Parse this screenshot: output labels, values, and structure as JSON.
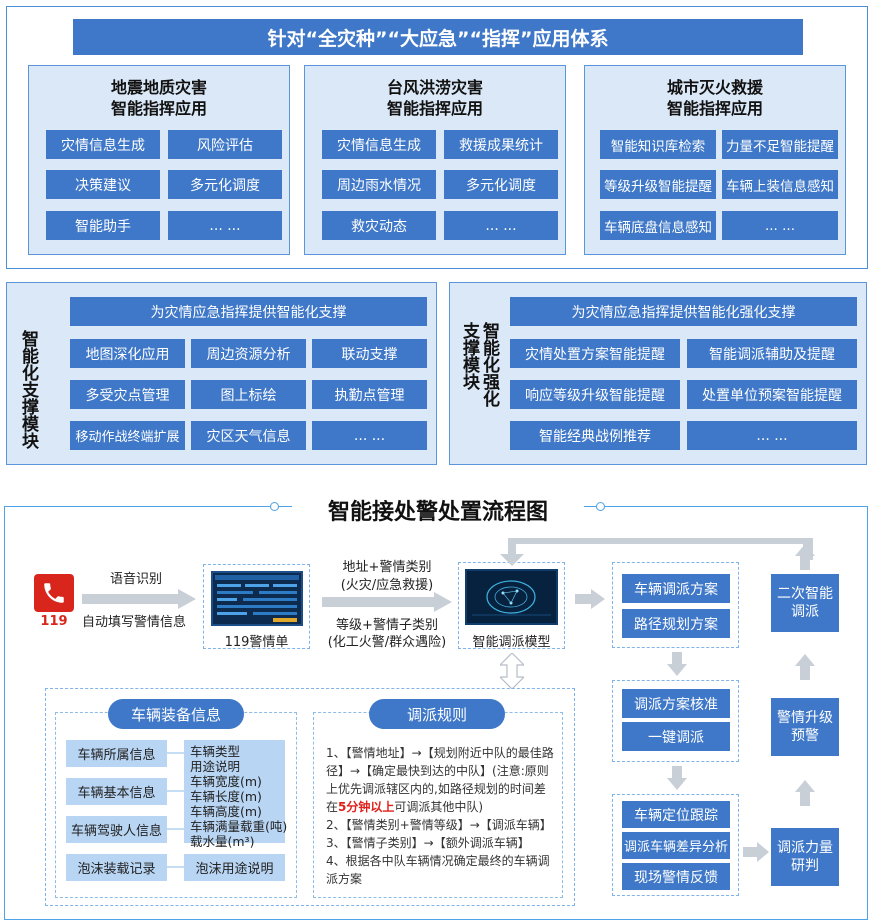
{
  "system": {
    "title": "针对“全灾种”“大应急”“指挥”应用体系",
    "apps": [
      {
        "title1": "地震地质灾害",
        "title2": "智能指挥应用",
        "items": [
          "灾情信息生成",
          "风险评估",
          "决策建议",
          "多元化调度",
          "智能助手",
          "... ..."
        ]
      },
      {
        "title1": "台风洪涝灾害",
        "title2": "智能指挥应用",
        "items": [
          "灾情信息生成",
          "救援成果统计",
          "周边雨水情况",
          "多元化调度",
          "救灾动态",
          "... ..."
        ]
      },
      {
        "title1": "城市灭火救援",
        "title2": "智能指挥应用",
        "items": [
          "智能知识库检索",
          "力量不足智能提醒",
          "等级升级智能提醒",
          "车辆上装信息感知",
          "车辆底盘信息感知",
          "... ..."
        ]
      }
    ]
  },
  "modules": [
    {
      "label": "智能化支撑模块",
      "header": "为灾情应急指挥提供智能化支撑",
      "items": [
        "地图深化应用",
        "周边资源分析",
        "联动支撑",
        "多受灾点管理",
        "图上标绘",
        "执勤点管理",
        "移动作战终端扩展",
        "灾区天气信息",
        "... ..."
      ]
    },
    {
      "label": "智能化强化支撑模块",
      "header": "为灾情应急指挥提供智能化强化支撑",
      "items": [
        "灾情处置方案智能提醒",
        "智能调派辅助及提醒",
        "响应等级升级智能提醒",
        "处置单位预案智能提醒",
        "智能经典战例推荐",
        "... ..."
      ]
    }
  ],
  "flow": {
    "title": "智能接处警处置流程图",
    "phone_label": "119",
    "speech": "语音识别",
    "autofill": "自动填写警情信息",
    "form_label": "119警情单",
    "arrow_top_1": "地址+警情类别",
    "arrow_top_2": "(火灾/应急救援)",
    "arrow_bot_1": "等级+警情子类别",
    "arrow_bot_2": "(化工火警/群众遇险)",
    "model_label": "智能调派模型",
    "col1": [
      "车辆调派方案",
      "路径规划方案"
    ],
    "col2": [
      "调派方案核准",
      "一键调派"
    ],
    "col3": [
      "车辆定位跟踪",
      "调派车辆差异分析",
      "现场警情反馈"
    ],
    "right": [
      "二次智能调派",
      "警情升级预警",
      "调派力量研判"
    ],
    "vehicle_info": {
      "title": "车辆装备信息",
      "left": [
        "车辆所属信息",
        "车辆基本信息",
        "车辆驾驶人信息",
        "泡沫装载记录"
      ],
      "right_main": [
        "车辆类型",
        "用途说明",
        "车辆宽度(m)",
        "车辆长度(m)",
        "车辆高度(m)",
        "车辆满量载重(吨)",
        "载水量(m³)"
      ],
      "right_foam": "泡沫用途说明"
    },
    "rules": {
      "title": "调派规则",
      "p1a": "1、【警情地址】→【规划附近中队的最佳路径】→【确定最快到达的中队】(注意:原则上优先调派辖区内的,如路径规划的时间差在",
      "p1b": "5分钟以上",
      "p1c": "可调派其他中队)",
      "p2": "2、【警情类别+警情等级】→【调派车辆】",
      "p3": "3、【警情子类别】→【额外调派车辆】",
      "p4": "4、根据各中队车辆情况确定最终的车辆调派方案"
    }
  },
  "colors": {
    "accent": "#3f78c8",
    "panel_fill": "#dbe8f7",
    "border": "#4a8fd8",
    "highlight": "#e0201a",
    "phone": "#d9261c"
  }
}
